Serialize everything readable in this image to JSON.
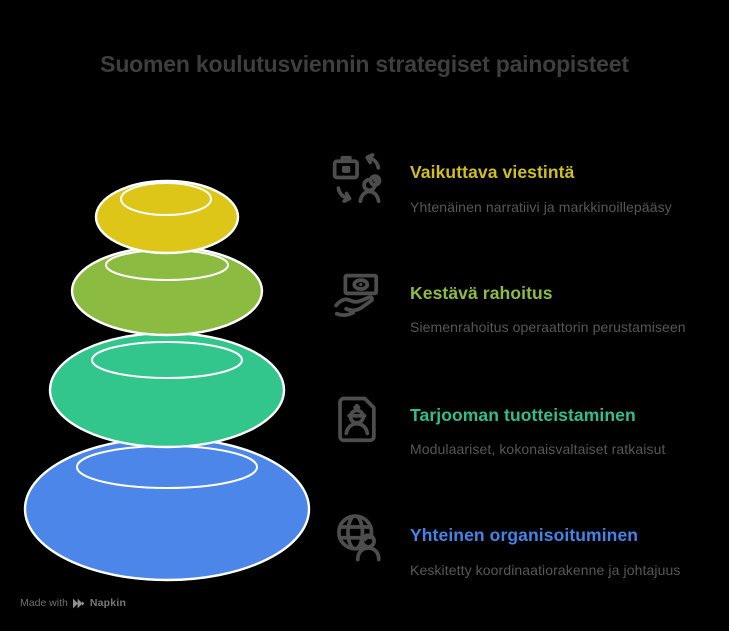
{
  "title": "Suomen koulutusviennin strategiset painopisteet",
  "items": [
    {
      "heading": "Vaikuttava viestintä",
      "description": "Yhtenäinen narratiivi ja markkinoillepääsy",
      "color": "#cfc01d",
      "icon": "briefcase-exchange-icon"
    },
    {
      "heading": "Kestävä rahoitus",
      "description": "Siemenrahoitus operaattorin perustamiseen",
      "color": "#8cbd41",
      "icon": "money-hand-icon"
    },
    {
      "heading": "Tarjooman tuotteistaminen",
      "description": "Modulaariset, kokonaisvaltaiset ratkaisut",
      "color": "#2fbf8b",
      "icon": "engineer-badge-icon"
    },
    {
      "heading": "Yhteinen organisoituminen",
      "description": "Keskitetty koordinaatiorakenne ja johtajuus",
      "color": "#4285e8",
      "icon": "globe-person-icon"
    }
  ],
  "stones": [
    {
      "position": "top",
      "color": "#ddc618"
    },
    {
      "position": "second",
      "color": "#8cbb41"
    },
    {
      "position": "third",
      "color": "#32c68c"
    },
    {
      "position": "bottom",
      "color": "#4c86e8"
    }
  ],
  "footer": {
    "made_with": "Made with",
    "brand": "Napkin"
  },
  "colors": {
    "background": "#000000",
    "title_text": "#3e3e3e",
    "description_text": "#575757",
    "icon_stroke": "#4d4d4d",
    "footer_text": "#707070",
    "stone_outline": "#ffffff"
  }
}
